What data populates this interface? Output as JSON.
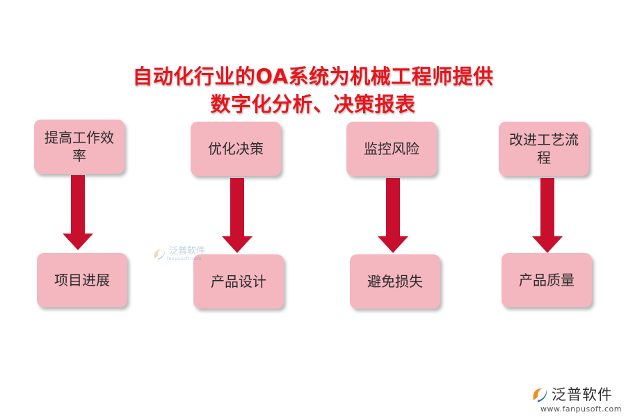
{
  "title": {
    "line1": "自动化行业的OA系统为机械工程师提供",
    "line2": "数字化分析、决策报表"
  },
  "columns": [
    {
      "top": "提高工作效率",
      "bottom": "项目进展"
    },
    {
      "top": "优化决策",
      "bottom": "产品设计"
    },
    {
      "top": "监控风险",
      "bottom": "避免损失"
    },
    {
      "top": "改进工艺流程",
      "bottom": "产品质量"
    }
  ],
  "watermark": {
    "name": "泛普软件",
    "sub": "fanpusoft.com"
  },
  "brand": {
    "name": "泛普软件",
    "url": "www.fanpusoft.com"
  },
  "colors": {
    "title": "#e8141b",
    "box": "#f4b6bf",
    "arrow": "#c8102e",
    "logo_orange": "#f08c1e",
    "logo_blue": "#2f6db5"
  }
}
